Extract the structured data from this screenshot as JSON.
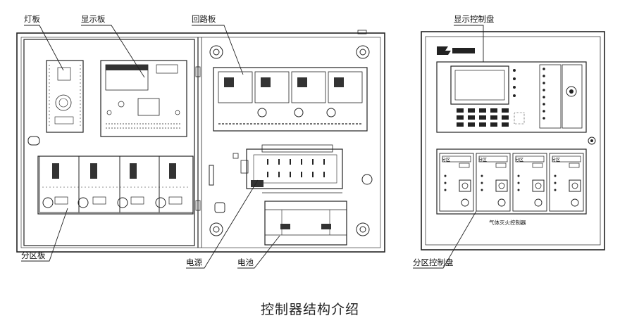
{
  "labels": {
    "light_board": "灯板",
    "display_board": "显示板",
    "loop_board": "回路板",
    "display_panel": "显示控制盘",
    "zone_board": "分区板",
    "power": "电源",
    "battery": "电池",
    "zone_panel": "分区控制盘"
  },
  "panel_text": {
    "zone_tag": "分区",
    "device_name": "气体灭火控制器"
  },
  "caption": "控制器结构介绍"
}
